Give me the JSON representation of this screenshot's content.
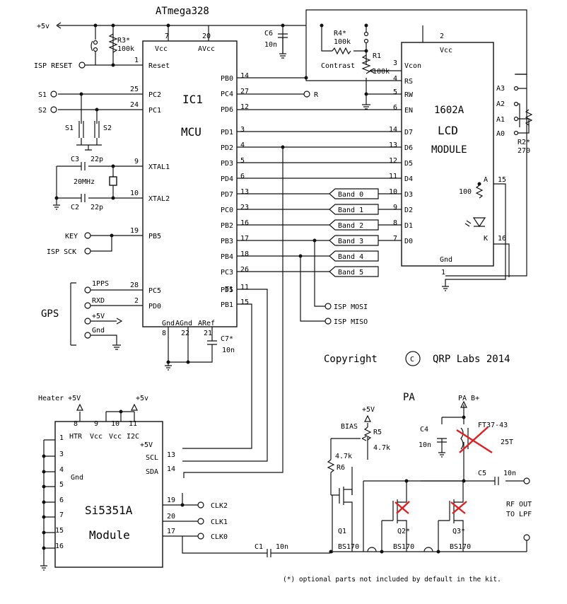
{
  "mcu": {
    "title": "ATmega328",
    "ref": "IC1",
    "name": "MCU",
    "left_pins": [
      {
        "num": "7",
        "name": "Vcc"
      },
      {
        "num": "20",
        "name": "AVcc"
      },
      {
        "num": "1",
        "name": "Reset"
      },
      {
        "num": "25",
        "name": "PC2"
      },
      {
        "num": "24",
        "name": "PC1"
      },
      {
        "num": "9",
        "name": "XTAL1"
      },
      {
        "num": "10",
        "name": "XTAL2"
      },
      {
        "num": "19",
        "name": "PB5"
      },
      {
        "num": "28",
        "name": "PC5"
      },
      {
        "num": "2",
        "name": "PD0"
      }
    ],
    "right_pins": [
      {
        "num": "14",
        "name": "PB0"
      },
      {
        "num": "27",
        "name": "PC4"
      },
      {
        "num": "12",
        "name": "PD6"
      },
      {
        "num": "3",
        "name": "PD1"
      },
      {
        "num": "4",
        "name": "PD2"
      },
      {
        "num": "5",
        "name": "PD3"
      },
      {
        "num": "6",
        "name": "PD4"
      },
      {
        "num": "13",
        "name": "PD7"
      },
      {
        "num": "23",
        "name": "PC0"
      },
      {
        "num": "16",
        "name": "PB2"
      },
      {
        "num": "17",
        "name": "PB3"
      },
      {
        "num": "18",
        "name": "PB4"
      },
      {
        "num": "26",
        "name": "PC3"
      },
      {
        "num": "11",
        "name": "PD5"
      },
      {
        "num": "15",
        "name": "PB1"
      }
    ],
    "bottom_pins": [
      {
        "num": "8",
        "name": "Gnd"
      },
      {
        "num": "22",
        "name": "AGnd"
      },
      {
        "num": "21",
        "name": "ARef"
      }
    ],
    "t1": "T1"
  },
  "lcd": {
    "model": "1602A",
    "line2": "LCD",
    "line3": "MODULE",
    "left_pins": [
      {
        "num": "3",
        "name": "Vcon"
      },
      {
        "num": "4",
        "name": "RS"
      },
      {
        "num": "5",
        "name": "RW"
      },
      {
        "num": "6",
        "name": "EN"
      },
      {
        "num": "14",
        "name": "D7"
      },
      {
        "num": "13",
        "name": "D6"
      },
      {
        "num": "12",
        "name": "D5"
      },
      {
        "num": "11",
        "name": "D4"
      },
      {
        "num": "10",
        "name": "D3"
      },
      {
        "num": "9",
        "name": "D2"
      },
      {
        "num": "8",
        "name": "D1"
      },
      {
        "num": "7",
        "name": "D0"
      }
    ],
    "top": {
      "num": "2",
      "name": "Vcc"
    },
    "bottom": {
      "num": "1",
      "name": "Gnd"
    },
    "a": {
      "name": "A",
      "num": "15"
    },
    "k": {
      "name": "K",
      "num": "16"
    },
    "resistor": "100"
  },
  "si": {
    "line1": "Si5351A",
    "line2": "Module",
    "top_pins": [
      {
        "num": "8",
        "name": "HTR"
      },
      {
        "num": "9",
        "name": "Vcc"
      },
      {
        "num": "10",
        "name": "Vcc"
      },
      {
        "num": "11",
        "name": "I2C"
      }
    ],
    "i2c_v": "+5V",
    "right_pins": [
      {
        "num": "13",
        "name": "SCL"
      },
      {
        "num": "14",
        "name": "SDA"
      },
      {
        "num": "19"
      },
      {
        "num": "20"
      },
      {
        "num": "17"
      }
    ],
    "left_pins": [
      "1",
      "3",
      "4",
      "5",
      "6",
      "7",
      "15",
      "16"
    ],
    "gnd": "Gnd",
    "clk": [
      "CLK2",
      "CLK1",
      "CLK0"
    ],
    "heater": "Heater +5V",
    "plus5": "+5v"
  },
  "labels": {
    "vcc": "+5v",
    "isp_reset": "ISP RESET",
    "r3": "R3*",
    "r3v": "100k",
    "s1": "S1",
    "s2": "S2",
    "s1b": "S1",
    "s2b": "S2",
    "c3": "C3",
    "c3v": "22p",
    "c2": "C2",
    "c2v": "22p",
    "xtal": "20MHz",
    "key": "KEY",
    "isp_sck": "ISP SCK",
    "gps": "GPS",
    "pps": "1PPS",
    "rxd": "RXD",
    "gps5": "+5V",
    "gnd": "Gnd",
    "c6": "C6",
    "c6v": "10n",
    "r4": "R4*",
    "r4v": "100k",
    "r1": "R1",
    "r1v": "100k",
    "contrast": "Contrast",
    "r_out": "R",
    "a3": "A3",
    "a2": "A2",
    "a1": "A1",
    "a0": "A0",
    "r2": "R2*",
    "r2v": "270",
    "isp_mosi": "ISP MOSI",
    "isp_miso": "ISP MISO",
    "c7": "C7*",
    "c7v": "10n",
    "copyright": "Copyright",
    "cmark": "C",
    "company": "QRP Labs 2014",
    "pa": "PA",
    "pab": "PA B+",
    "bias": "BIAS",
    "bias5": "+5V",
    "r5": "R5",
    "r5v": "4.7k",
    "r6v": "4.7k",
    "r6": "R6",
    "c4": "C4",
    "c4v": "10n",
    "ft": "FT37-43",
    "turns": "25T",
    "c5": "C5",
    "c5v": "10n",
    "rf1": "RF OUT",
    "rf2": "TO LPF",
    "q1": "Q1",
    "q2": "Q2*",
    "q3": "Q3*",
    "bs1": "BS170",
    "bs2": "BS170",
    "bs3": "BS170",
    "c1": "C1",
    "c1v": "10n",
    "footnote": "(*) optional parts not included by default in the kit."
  },
  "bands": [
    "Band 0",
    "Band 1",
    "Band 2",
    "Band 3",
    "Band 4",
    "Band 5"
  ]
}
